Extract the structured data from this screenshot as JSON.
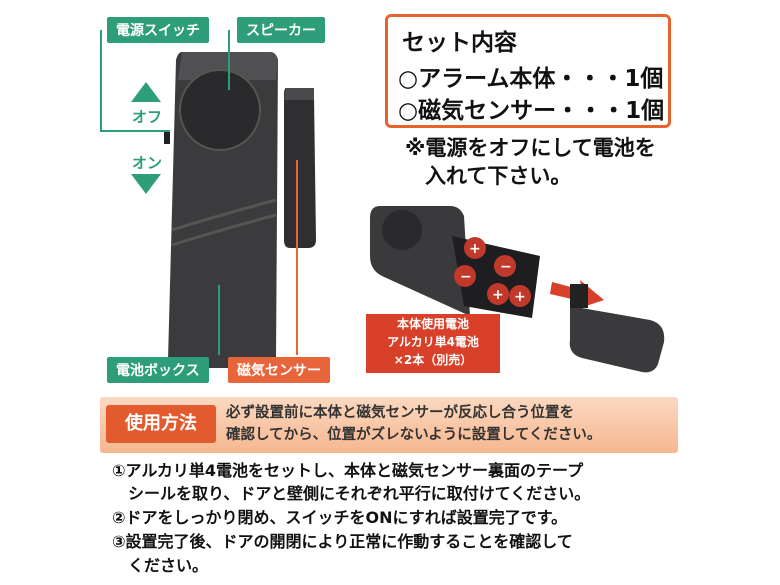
{
  "labels": {
    "power_switch": "電源スイッチ",
    "speaker": "スピーカー",
    "off": "オフ",
    "on": "オン",
    "battery_box": "電池ボックス",
    "magnetic_sensor": "磁気センサー"
  },
  "set_contents": {
    "title": "セット内容",
    "items": [
      "○アラーム本体・・・1個",
      "○磁気センサー・・・1個"
    ]
  },
  "note": {
    "line1": "※電源をオフにして電池を",
    "line2": "入れて下さい。"
  },
  "battery_note": {
    "line1": "本体使用電池",
    "line2": "アルカリ単4電池",
    "line3": "×2本（別売）"
  },
  "usage": {
    "tag": "使用方法",
    "line1": "必ず設置前に本体と磁気センサーが反応し合う位置を",
    "line2": "確認してから、位置がズレないように設置してください。"
  },
  "steps": [
    "①アルカリ単4電池をセットし、本体と磁気センサー裏面のテープ",
    "　シールを取り、ドアと壁側にそれぞれ平行に取付けてください。",
    "②ドアをしっかり閉め、スイッチをONにすれば設置完了です。",
    "③設置完了後、ドアの開閉により正常に作動することを確認して",
    "　ください。"
  ],
  "colors": {
    "label_green": "#2e9e7a",
    "accent_orange": "#e6632e",
    "battery_red": "#d8402a"
  }
}
